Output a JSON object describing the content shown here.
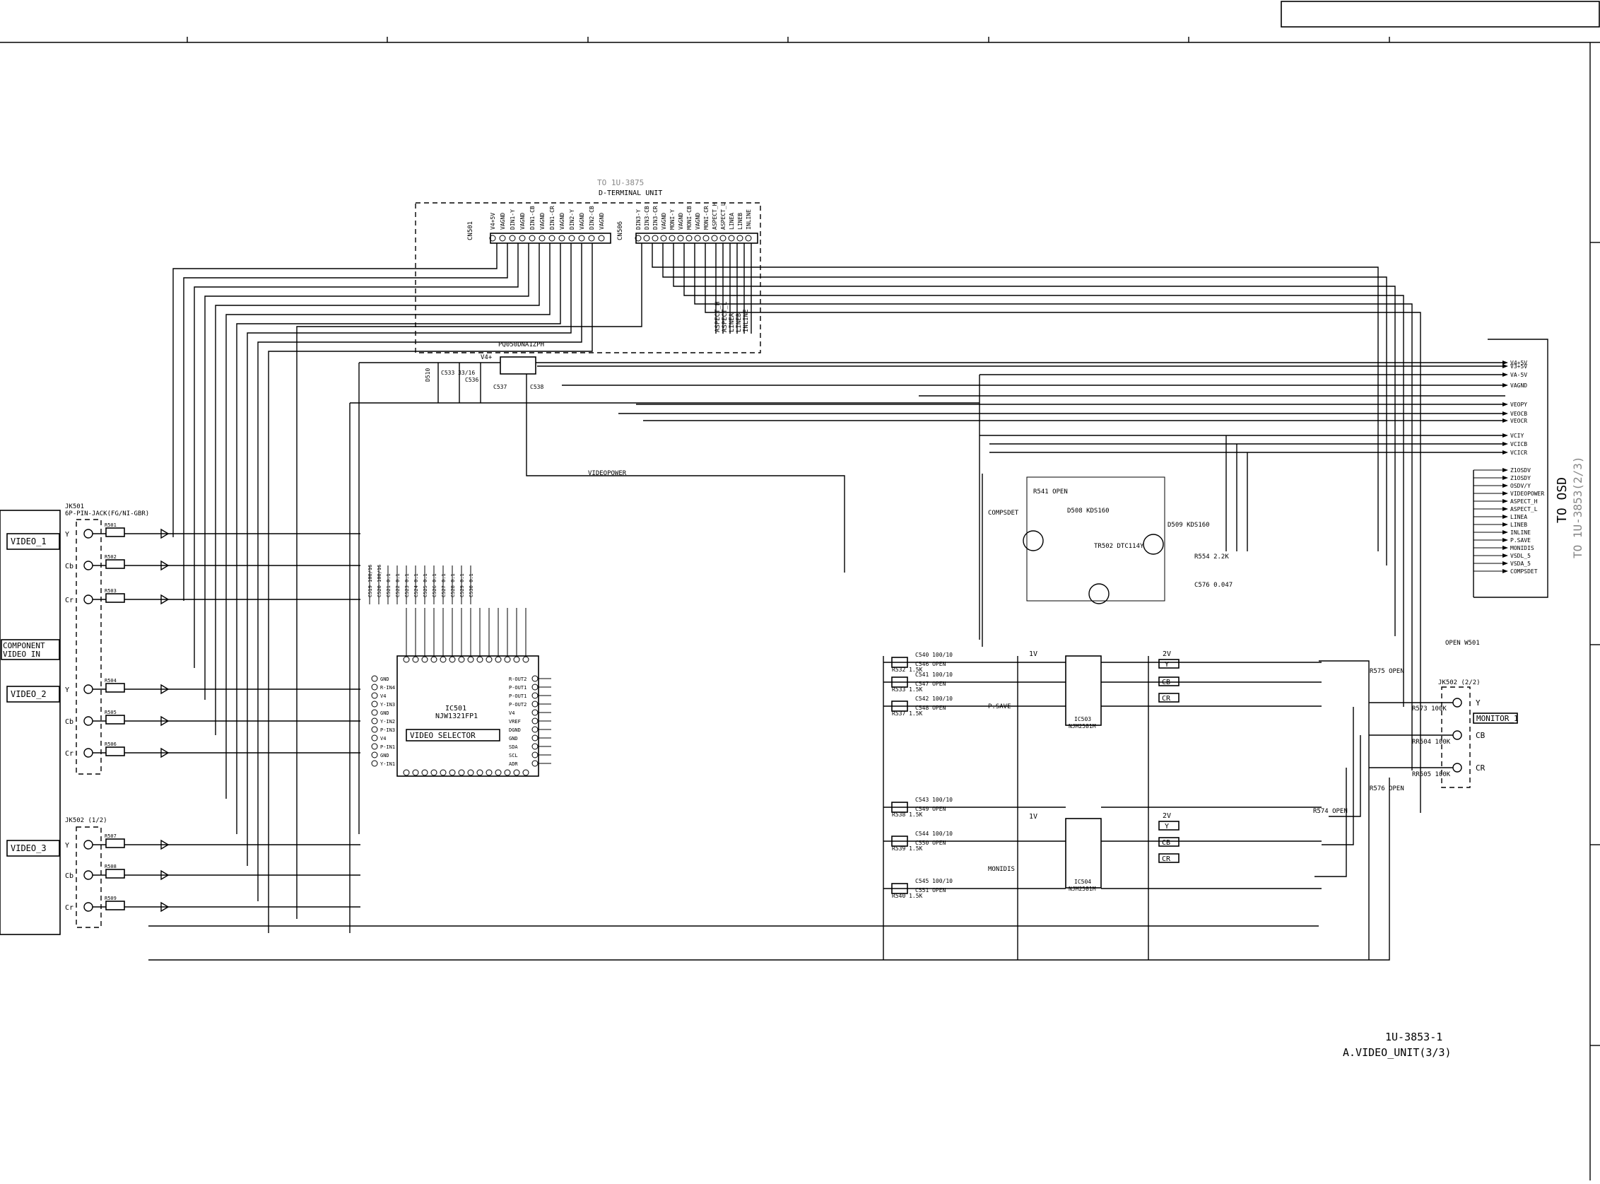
{
  "labels": {
    "to_1u_3875": "TO 1U-3875",
    "d_terminal_unit": "D-TERMINAL UNIT",
    "cn501": "CN501",
    "cn506": "CN506",
    "aspect_1": "ASPECT_H",
    "aspect_2": "ASPECT_L",
    "aspect_3": "LINEA",
    "aspect_4": "LINEB",
    "aspect_5": "INLINE",
    "aspect_6": "",
    "regulator": "PQ050DNA1ZPH",
    "v4": "V4+",
    "d510": "D510",
    "c533": "C533 33/16",
    "c536": "C536",
    "c537": "C537",
    "c538": "C538",
    "videopower": "VIDEOPOWER",
    "to_osd": "TO OSD",
    "to_1u_3853": "TO 1U-3853(2/3)",
    "component_1": "COMPONENT",
    "component_2": "VIDEO IN",
    "jk501": "JK501",
    "jack_label": "6P-PIN-JACK(FG/NI-GBR)",
    "jk502": "JK502 (1/2)",
    "one_v": "1V",
    "two_v": "2V",
    "psave": "P.SAVE",
    "monidis": "MONIDIS",
    "compsdet": "COMPSDET",
    "r541": "R541 OPEN",
    "d508": "D508 KDS160",
    "d509": "D509 KDS160",
    "tr502": "TR502 DTC114Y",
    "r554": "R554 2.2K",
    "c576": "C576 0.047",
    "open_w501": "OPEN W501",
    "jk502_22": "JK502 (2/2)",
    "r575": "R575 OPEN",
    "r576": "R576 OPEN",
    "r573": "R573 100K",
    "rr504": "RR504 100K",
    "rr505": "RR505 100K",
    "r574": "R574 OPEN"
  },
  "cn501_pins": [
    "V4+5V",
    "VAGND",
    "DIN1-Y",
    "VAGND",
    "DIN1-CB",
    "VAGND",
    "DIN1-CR",
    "VAGND",
    "DIN2-Y",
    "VAGND",
    "DIN2-CB",
    "VAGND"
  ],
  "cn506_pins": [
    "DIN3-Y",
    "DIN3-CB",
    "DIN3-CR",
    "VAGND",
    "MONI-Y",
    "VAGND",
    "MONI-CB",
    "VAGND",
    "MONI-CR",
    "ASPECT_H",
    "ASPECT_L",
    "LINEA",
    "LINEB",
    "INLINE"
  ],
  "osd_pins": [
    "V4+5V",
    "V3+5V",
    "VA-5V",
    "VAGND",
    "VEOPY",
    "VEOCB",
    "VEOCR",
    "VCIY",
    "VCICB",
    "VCICR",
    "Z1OSDV",
    "Z1OSDY",
    "OSDV/Y",
    "VIDEOPOWER",
    "ASPECT_H",
    "ASPECT_L",
    "LINEA",
    "LINEB",
    "INLINE",
    "P.SAVE",
    "MONIDIS",
    "VSDL_5",
    "VSDA_5",
    "COMPSDET"
  ],
  "inputs": [
    {
      "name": "VIDEO_1",
      "channels": [
        "Y",
        "Cb",
        "Cr"
      ],
      "res": [
        "R501",
        "R502",
        "R503"
      ]
    },
    {
      "name": "VIDEO_2",
      "channels": [
        "Y",
        "Cb",
        "Cr"
      ],
      "res": [
        "R504",
        "R505",
        "R506"
      ]
    },
    {
      "name": "VIDEO_3",
      "channels": [
        "Y",
        "Cb",
        "Cr"
      ],
      "res": [
        "R507",
        "R508",
        "R509"
      ]
    }
  ],
  "channels": {
    "y": "Y",
    "cb": "CB",
    "cr": "CR"
  },
  "ic501": {
    "ref": "IC501",
    "part": "NJW1321FP1",
    "title": "VIDEO SELECTOR",
    "left_pins": [
      "GND",
      "R-IN4",
      "V4",
      "Y-IN3",
      "GND",
      "Y-IN2",
      "P-IN3",
      "V4",
      "P-IN1",
      "GND",
      "Y-IN1"
    ],
    "right_pins": [
      "R-OUT2",
      "P-OUT1",
      "P-OUT1",
      "P-OUT2",
      "V4",
      "VREF",
      "DGND",
      "GND",
      "SDA",
      "SCL",
      "ADR"
    ]
  },
  "caps": [
    "C519 100/16",
    "C520 100/16",
    "C521 0.1",
    "C522 0.1",
    "C523 0.1",
    "C524 0.1",
    "C525 0.1",
    "C526 0.1",
    "C527 0.1",
    "C528 0.1",
    "C529 0.1",
    "C530 0.1"
  ],
  "ic503": {
    "ref": "IC503",
    "part": "NJM2581M"
  },
  "ic504": {
    "ref": "IC504",
    "part": "NJM2581M"
  },
  "out_rows": [
    {
      "r": "R532 1.5K",
      "c": "C540 100/10",
      "c2": "C546 OPEN"
    },
    {
      "r": "R533 1.5K",
      "c": "C541 100/10",
      "c2": "C547 OPEN"
    },
    {
      "r": "R537 1.5K",
      "c": "C542 100/10",
      "c2": "C548 OPEN"
    },
    {
      "r": "R538 1.5K",
      "c": "C543 100/10",
      "c2": "C549 OPEN"
    },
    {
      "r": "R539 1.5K",
      "c": "C544 100/10",
      "c2": "C550 OPEN"
    },
    {
      "r": "R540 1.5K",
      "c": "C545 100/10",
      "c2": "C551 OPEN"
    }
  ],
  "monitor": {
    "name": "MONITOR_1"
  },
  "title": {
    "number": "1U-3853-1",
    "name": "A.VIDEO_UNIT(3/3)"
  }
}
